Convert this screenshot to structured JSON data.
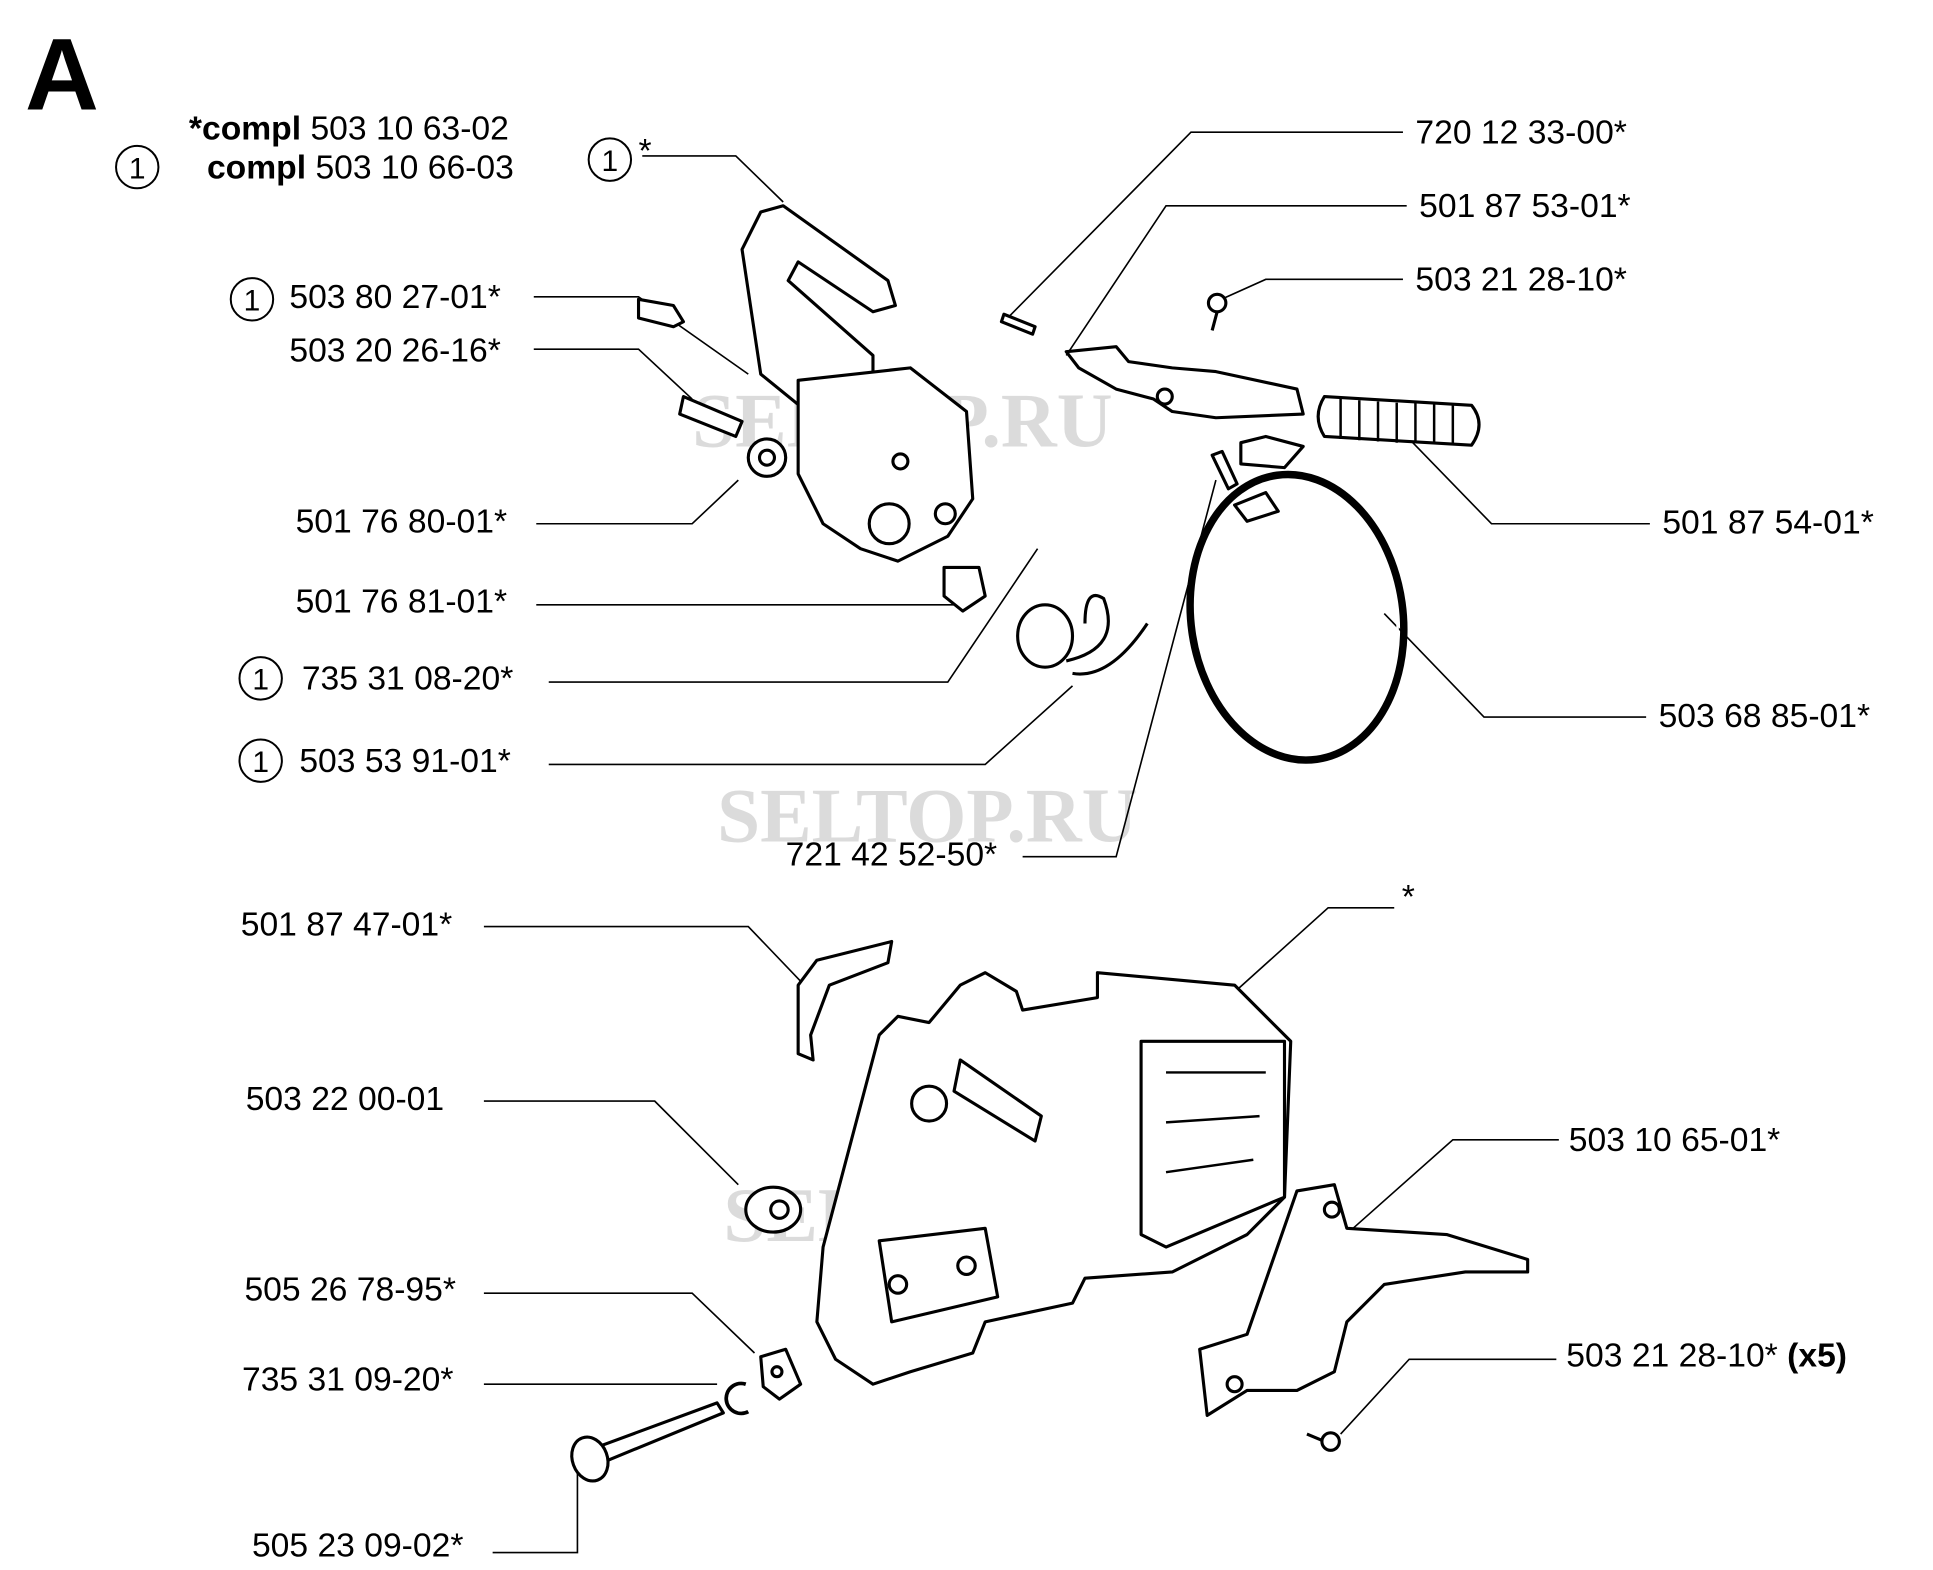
{
  "section_letter": "A",
  "kit_notes": [
    {
      "prefix": "*",
      "bold": "compl",
      "number": "503 10 63-02"
    },
    {
      "marker": "1",
      "bold": "compl",
      "number": "503 10 66-03"
    }
  ],
  "callouts": {
    "brake_handle": {
      "marker": "1",
      "text": "*"
    },
    "pin_top": "720 12 33-00*",
    "lever": "501 87 53-01*",
    "screw_top": "503 21 28-10*",
    "spring": "501 87 54-01*",
    "band": "503 68 85-01*",
    "bushing": {
      "marker": "1",
      "text": "503 80 27-01*"
    },
    "bolt": "503 20 26-16*",
    "nut": "501 76 80-01*",
    "shoulder_screw": "501 76 81-01*",
    "washer": {
      "marker": "1",
      "text": "735 31 08-20*"
    },
    "torsion_spring": {
      "marker": "1",
      "text": "503 53 91-01*"
    },
    "pin_band": "721 42 52-50*",
    "clip": "501 87 47-01*",
    "cover": "*",
    "cap_nut": "503 22 00-01",
    "plate": "503 10 65-01*",
    "tensioner": "505 26 78-95*",
    "circlip": "735 31 09-20*",
    "screws_x5": {
      "text": "503 21 28-10*",
      "qty": "(x5)"
    },
    "adjust_screw": "505 23 09-02*"
  },
  "watermarks": [
    "SELTOP.RU",
    "SELTOP.RU",
    "SELTOP.RU"
  ]
}
